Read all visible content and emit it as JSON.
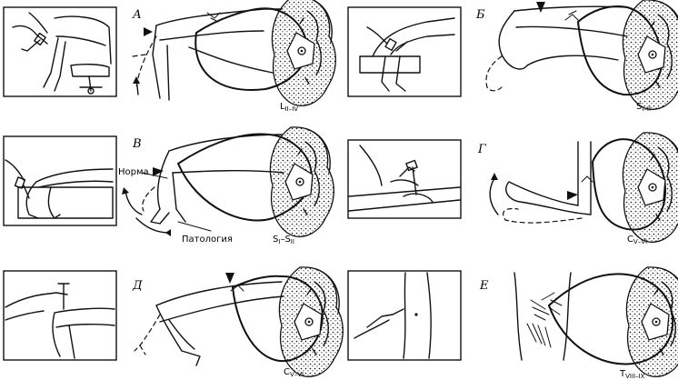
{
  "panels": [
    {
      "letter": "А",
      "segment": "L",
      "subscript": "II–IV"
    },
    {
      "letter": "Б",
      "segment": "S",
      "subscript": "I–II"
    },
    {
      "letter": "В",
      "segment": "S",
      "subscript": "I",
      "segment2": "–S",
      "subscript2": "II",
      "callouts": {
        "norm": "Норма",
        "pathology": "Патология"
      }
    },
    {
      "letter": "Г",
      "segment": "C",
      "subscript": "V–VI"
    },
    {
      "letter": "Д",
      "segment": "C",
      "subscript": "V–VI"
    },
    {
      "letter": "Е",
      "segment": "T",
      "subscript": "VIII–IX"
    }
  ]
}
